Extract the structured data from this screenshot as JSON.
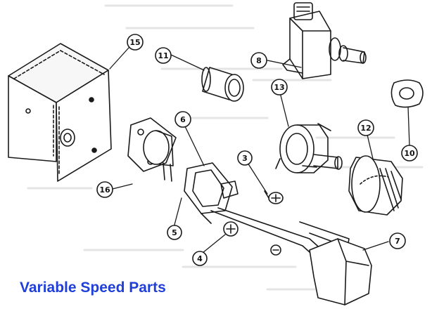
{
  "caption": "Variable Speed Parts",
  "colors": {
    "line": "#1a1a1a",
    "caption": "#1f3fd6",
    "background": "#ffffff"
  },
  "callouts": {
    "c15": "15",
    "c11": "11",
    "c8": "8",
    "c13": "13",
    "c6": "6",
    "c3": "3",
    "c12": "12",
    "c10": "10",
    "c16": "16",
    "c5": "5",
    "c4": "4",
    "c7": "7"
  }
}
